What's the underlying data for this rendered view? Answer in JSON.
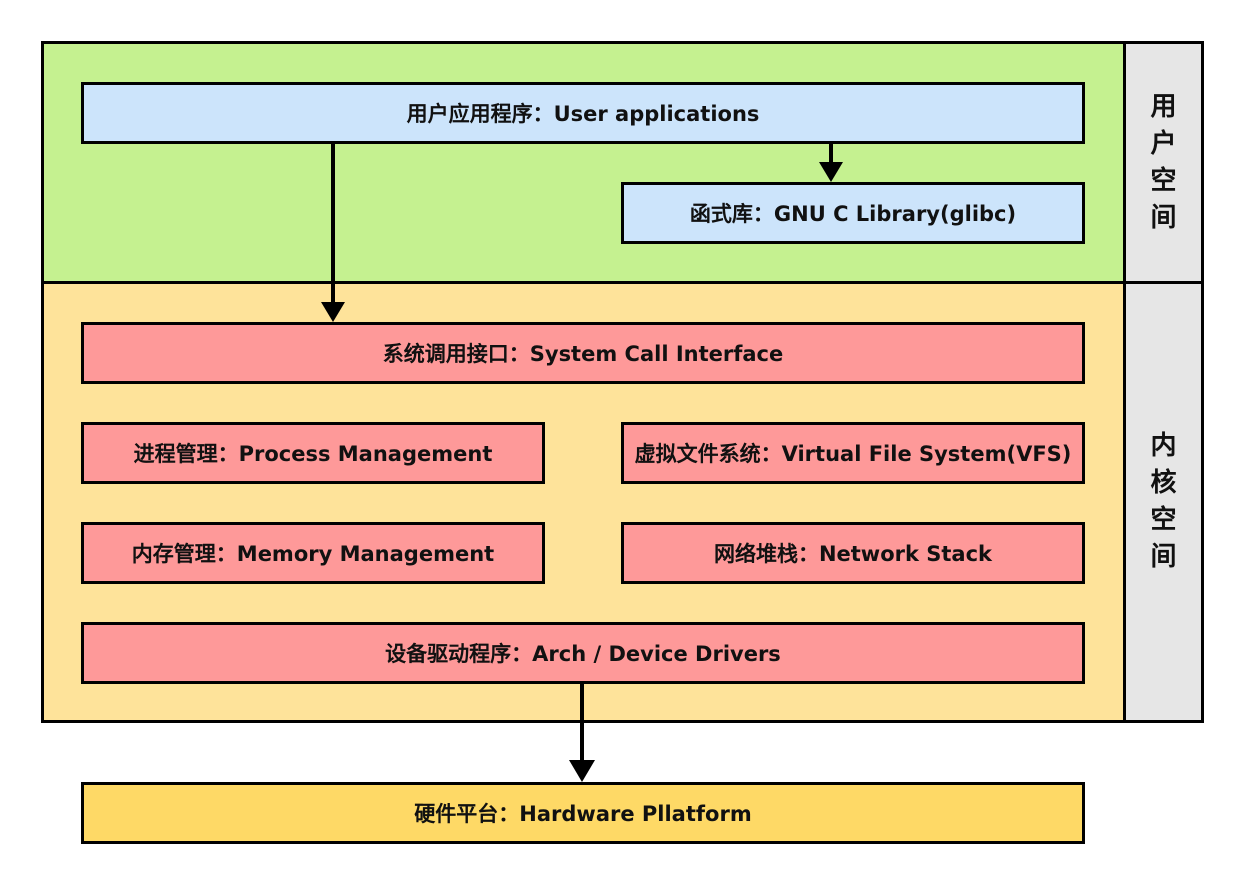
{
  "regions": {
    "user_space": {
      "label": "用户空间",
      "color": "#c5f190"
    },
    "kernel_space": {
      "label": "内核空间",
      "color": "#fee39a"
    }
  },
  "boxes": {
    "user_apps": {
      "label": "用户应用程序：User applications",
      "color": "#cce4fb"
    },
    "glibc": {
      "label": "函式库：GNU C Library(glibc)",
      "color": "#cce4fb"
    },
    "syscall": {
      "label": "系统调用接口：System Call Interface",
      "color": "#fe9999"
    },
    "process_mgmt": {
      "label": "进程管理：Process Management",
      "color": "#fe9999"
    },
    "vfs": {
      "label": "虚拟文件系统：Virtual File System(VFS)",
      "color": "#fe9999"
    },
    "memory_mgmt": {
      "label": "内存管理：Memory Management",
      "color": "#fe9999"
    },
    "network": {
      "label": "网络堆栈：Network Stack",
      "color": "#fe9999"
    },
    "drivers": {
      "label": "设备驱动程序：Arch / Device Drivers",
      "color": "#fe9999"
    },
    "hardware": {
      "label": "硬件平台：Hardware Pllatform",
      "color": "#fed966"
    }
  },
  "arrows": [
    {
      "from": "用户应用程序：User applications",
      "to": "函式库：GNU C Library(glibc)"
    },
    {
      "from": "用户应用程序：User applications",
      "to": "系统调用接口：System Call Interface"
    },
    {
      "from": "设备驱动程序：Arch / Device Drivers",
      "to": "硬件平台：Hardware Pllatform"
    }
  ]
}
